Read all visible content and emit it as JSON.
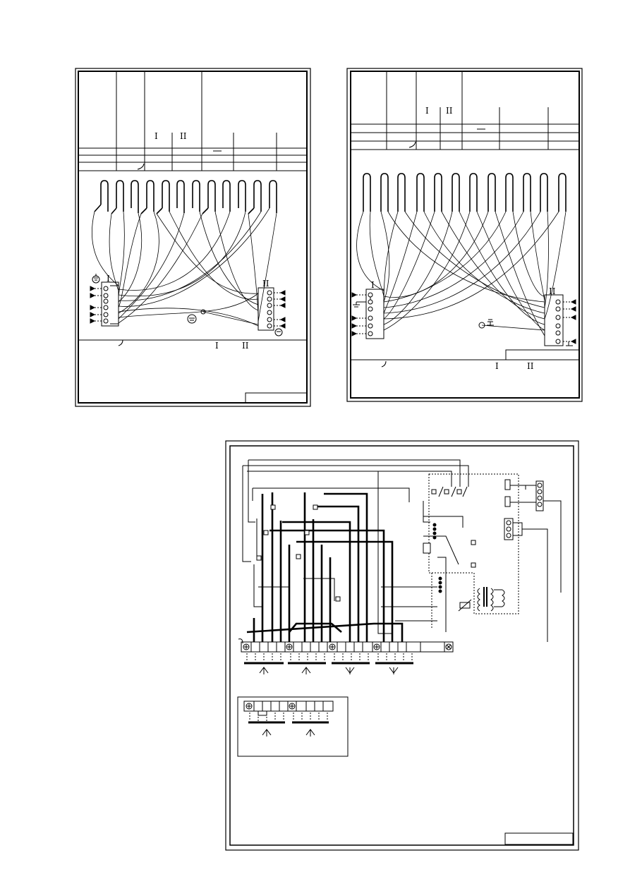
{
  "diagram_left": {
    "roman_label_1": "I",
    "roman_label_2": "II",
    "footer_label_1": "I",
    "footer_label_2": "II"
  },
  "diagram_right": {
    "roman_label_1": "I",
    "roman_label_2": "II",
    "footer_label_1": "I",
    "footer_label_2": "II"
  },
  "icons": {
    "ground": "earth-ground-symbol",
    "arrow": "input-arrow",
    "relay": "relay-contact"
  },
  "colors": {
    "line": "#000000",
    "background": "#ffffff"
  }
}
